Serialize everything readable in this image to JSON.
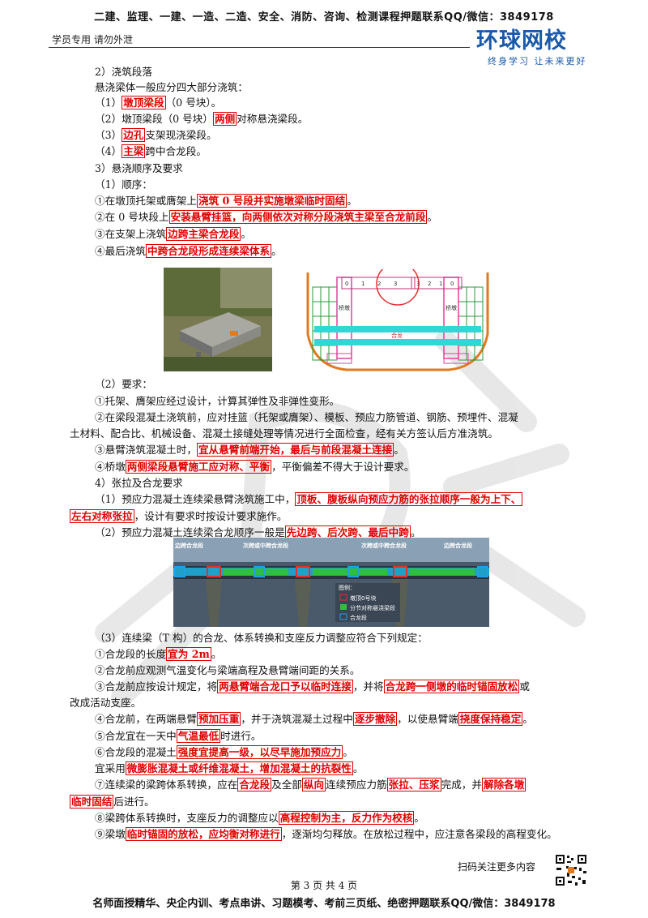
{
  "header": {
    "top_banner": "二建、监理、一建、一造、二造、安全、消防、咨询、检测课程押题联系QQ/微信：3849178",
    "left_note": "学员专用 请勿外泄",
    "logo_main": "环球网校",
    "logo_sub": "终身学习 让未来更好"
  },
  "content": {
    "l1": "2）浇筑段落",
    "l2": "悬浇梁体一般应分四大部分浇筑：",
    "l3a": "（1）",
    "l3h": "墩顶梁段",
    "l3b": "（0 号块）。",
    "l4a": "（2）墩顶梁段（0 号块）",
    "l4h": "两侧",
    "l4b": "对称悬浇梁段。",
    "l5a": "（3）",
    "l5h": "边孔",
    "l5b": "支架现浇梁段。",
    "l6a": "（4）",
    "l6h": "主梁",
    "l6b": "跨中合龙段。",
    "l7": "3）悬浇顺序及要求",
    "l8": "（1）顺序：",
    "l9a": "①在墩顶托架或膺架上",
    "l9h": "浇筑 0 号段并实施墩梁临时固结",
    "l9b": "。",
    "l10a": "②在 0 号块段上",
    "l10h": "安装悬臂挂篮，向两侧依次对称分段浇筑主梁至合龙前段",
    "l10b": "。",
    "l11a": "③在支架上浇筑",
    "l11h": "边跨主梁合龙段",
    "l11b": "。",
    "l12a": "④最后浇筑",
    "l12h": "中跨合龙段形成连续梁体系",
    "l12b": "。",
    "l13": "（2）要求：",
    "l14": "①托架、膺架应经过设计，计算其弹性及非弹性变形。",
    "l15": "②在梁段混凝土浇筑前，应对挂篮（托架或膺架）、模板、预应力筋管道、钢筋、预埋件、混凝",
    "l16": "土材料、配合比、机械设备、混凝土接缝处理等情况进行全面检查，经有关方签认后方准浇筑。",
    "l17a": "③悬臂浇筑混凝土时，",
    "l17h": "宜从悬臂前端开始，最后与前段混凝土连接",
    "l17b": "。",
    "l18a": "④桥墩",
    "l18h": "两侧梁段悬臂施工应对称、平衡",
    "l18b": "，平衡偏差不得大于设计要求。",
    "l19": "4）张拉及合龙要求",
    "l20a": "（1）预应力混凝土连续梁悬臂浇筑施工中，",
    "l20h": "顶板、腹板纵向预应力筋的张拉顺序一般为上下、",
    "l21h": "左右对称张拉",
    "l21b": "，设计有要求时按设计要求施作。",
    "l22a": "（2）预应力混凝土连续梁合龙顺序一般是",
    "l22h": "先边跨、后次跨、最后中跨",
    "l22b": "。",
    "l23": "（3）连续梁（T 构）的合龙、体系转换和支座反力调整应符合下列规定：",
    "l24a": "①合龙段的长度",
    "l24h": "宜为 2m",
    "l24b": "。",
    "l25": "②合龙前应观测气温变化与梁端高程及悬臂端间距的关系。",
    "l26a": "③合龙前应按设计规定，将",
    "l26h": "两悬臂端合龙口予以临时连接",
    "l26b": "，并将",
    "l26h2": "合龙跨一侧墩的临时锚固放松",
    "l26c": "或",
    "l27": "改成活动支座。",
    "l28a": "④合龙前，在两端悬臂",
    "l28h": "预加压重",
    "l28b": "，并于浇筑混凝土过程中",
    "l28h2": "逐步撤除",
    "l28c": "，以使悬臂端",
    "l28h3": "挠度保持稳定",
    "l28d": "。",
    "l29a": "⑤合龙宜在一天中",
    "l29h": "气温最低",
    "l29b": "时进行。",
    "l30a": "⑥合龙段的混凝土",
    "l30h": "强度宜提高一级，以尽早施加预应力",
    "l30b": "。",
    "l31a": "宜采用",
    "l31h": "微膨胀混凝土或纤维混凝土，增加混凝土的抗裂性",
    "l31b": "。",
    "l32a": "⑦连续梁的梁跨体系转换，应在",
    "l32h": "合龙段",
    "l32b": "及全部",
    "l32h2": "纵向",
    "l32c": "连续预应力筋",
    "l32h3": "张拉、压浆",
    "l32d": "完成，并",
    "l32h4": "解除各墩",
    "l33h": "临时固结",
    "l33b": "后进行。",
    "l34a": "⑧梁跨体系转换时，支座反力的调整应以",
    "l34h": "高程控制为主，反力作为校核",
    "l34b": "。",
    "l35a": "⑨梁墩",
    "l35h": "临时锚固的放松，应均衡对称进行",
    "l35b": "，逐渐均匀释放。在放松过程中，应注意各梁段的高程变化。"
  },
  "diagram": {
    "blocks_left": [
      "0",
      "1",
      "2",
      "3"
    ],
    "blocks_right": [
      "3",
      "2",
      "1",
      "0"
    ],
    "pier_label": "桥墩",
    "closure_label": "合龙"
  },
  "bridge_figure": {
    "label_side_left": "边跨合龙段",
    "label_mid_left": "次跨或中跨合龙段",
    "label_mid": "次跨或中跨合龙段",
    "label_side_right": "边跨合龙段",
    "legend_title": "图例：",
    "legend_items": [
      "墩顶0号块",
      "分节对称悬浇梁段",
      "合龙段"
    ]
  },
  "footer": {
    "scan_note": "扫码关注更多内容",
    "page": "第 3 页 共 4 页",
    "bottom_banner": "名师面授精华、央企内训、考点串讲、习题模考、考前三页纸、绝密押题联系QQ/微信：3849178"
  },
  "colors": {
    "highlight": "#e00000",
    "brand": "#1a59a8"
  }
}
